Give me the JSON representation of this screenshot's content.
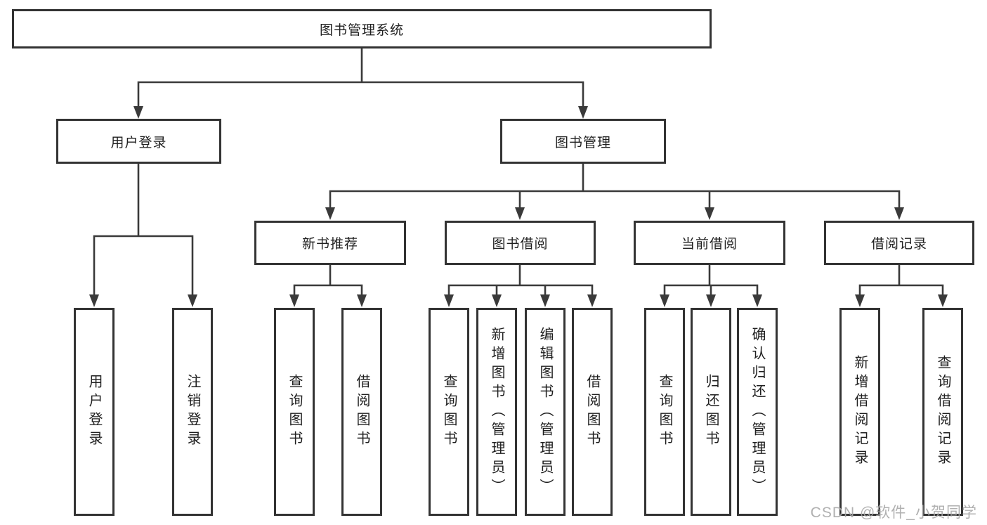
{
  "tree": {
    "root": "图书管理系统",
    "branches": [
      {
        "label": "用户登录",
        "children": [
          "用户登录",
          "注销登录"
        ]
      },
      {
        "label": "图书管理",
        "groups": [
          {
            "label": "新书推荐",
            "children": [
              "查询图书",
              "借阅图书"
            ]
          },
          {
            "label": "图书借阅",
            "children": [
              "查询图书",
              "新增图书（管理员）",
              "编辑图书（管理员）",
              "借阅图书"
            ]
          },
          {
            "label": "当前借阅",
            "children": [
              "查询图书",
              "归还图书",
              "确认归还（管理员）"
            ]
          },
          {
            "label": "借阅记录",
            "children": [
              "新增借阅记录",
              "查询借阅记录"
            ]
          }
        ]
      }
    ]
  },
  "watermark": "CSDN @软件_小贺同学",
  "colors": {
    "line": "#3a3a3a",
    "box_border": "#333333",
    "text": "#1f1f1f",
    "watermark_text": "#a8a8a8",
    "background": "#ffffff"
  }
}
